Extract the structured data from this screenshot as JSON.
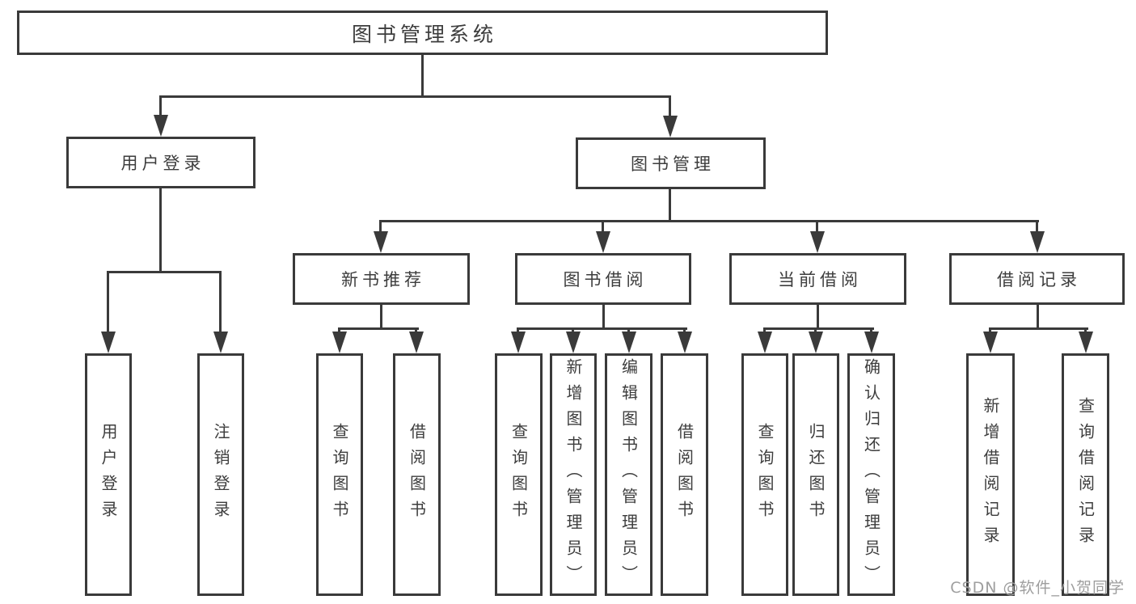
{
  "watermark": "CSDN @软件_小贺同学",
  "colors": {
    "line": "#3a3a3a",
    "text": "#3d3d3d",
    "watermark_text": "#9e9e9e",
    "background": "#ffffff"
  },
  "tree": {
    "label": "图书管理系统",
    "children": [
      {
        "label": "用户登录",
        "children": [
          {
            "label": "用户登录"
          },
          {
            "label": "注销登录"
          }
        ]
      },
      {
        "label": "图书管理",
        "children": [
          {
            "label": "新书推荐",
            "children": [
              {
                "label": "查询图书"
              },
              {
                "label": "借阅图书"
              }
            ]
          },
          {
            "label": "图书借阅",
            "children": [
              {
                "label": "查询图书"
              },
              {
                "label": "新增图书（管理员）"
              },
              {
                "label": "编辑图书（管理员）"
              },
              {
                "label": "借阅图书"
              }
            ]
          },
          {
            "label": "当前借阅",
            "children": [
              {
                "label": "查询图书"
              },
              {
                "label": "归还图书"
              },
              {
                "label": "确认归还（管理员）"
              }
            ]
          },
          {
            "label": "借阅记录",
            "children": [
              {
                "label": "新增借阅记录"
              },
              {
                "label": "查询借阅记录"
              }
            ]
          }
        ]
      }
    ]
  }
}
